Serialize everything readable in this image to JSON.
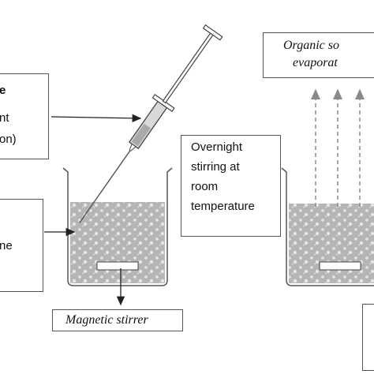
{
  "labels": {
    "left_top_line1": "e",
    "left_top_line2": "nt",
    "left_top_line3": "on)",
    "left_mid_line1": "ne",
    "overnight_line1": "Overnight",
    "overnight_line2": "stirring at",
    "overnight_line3": "room",
    "overnight_line4": "temperature",
    "organic_line1": "Organic so",
    "organic_line2": "evaporat",
    "magnetic_stirrer": "Magnetic stirrer"
  },
  "colors": {
    "outline": "#555555",
    "liquid": "#b5b5b5",
    "bubble": "#e6e6e6",
    "arrow": "#222222",
    "dashed_arrow": "#8a8a8a"
  }
}
